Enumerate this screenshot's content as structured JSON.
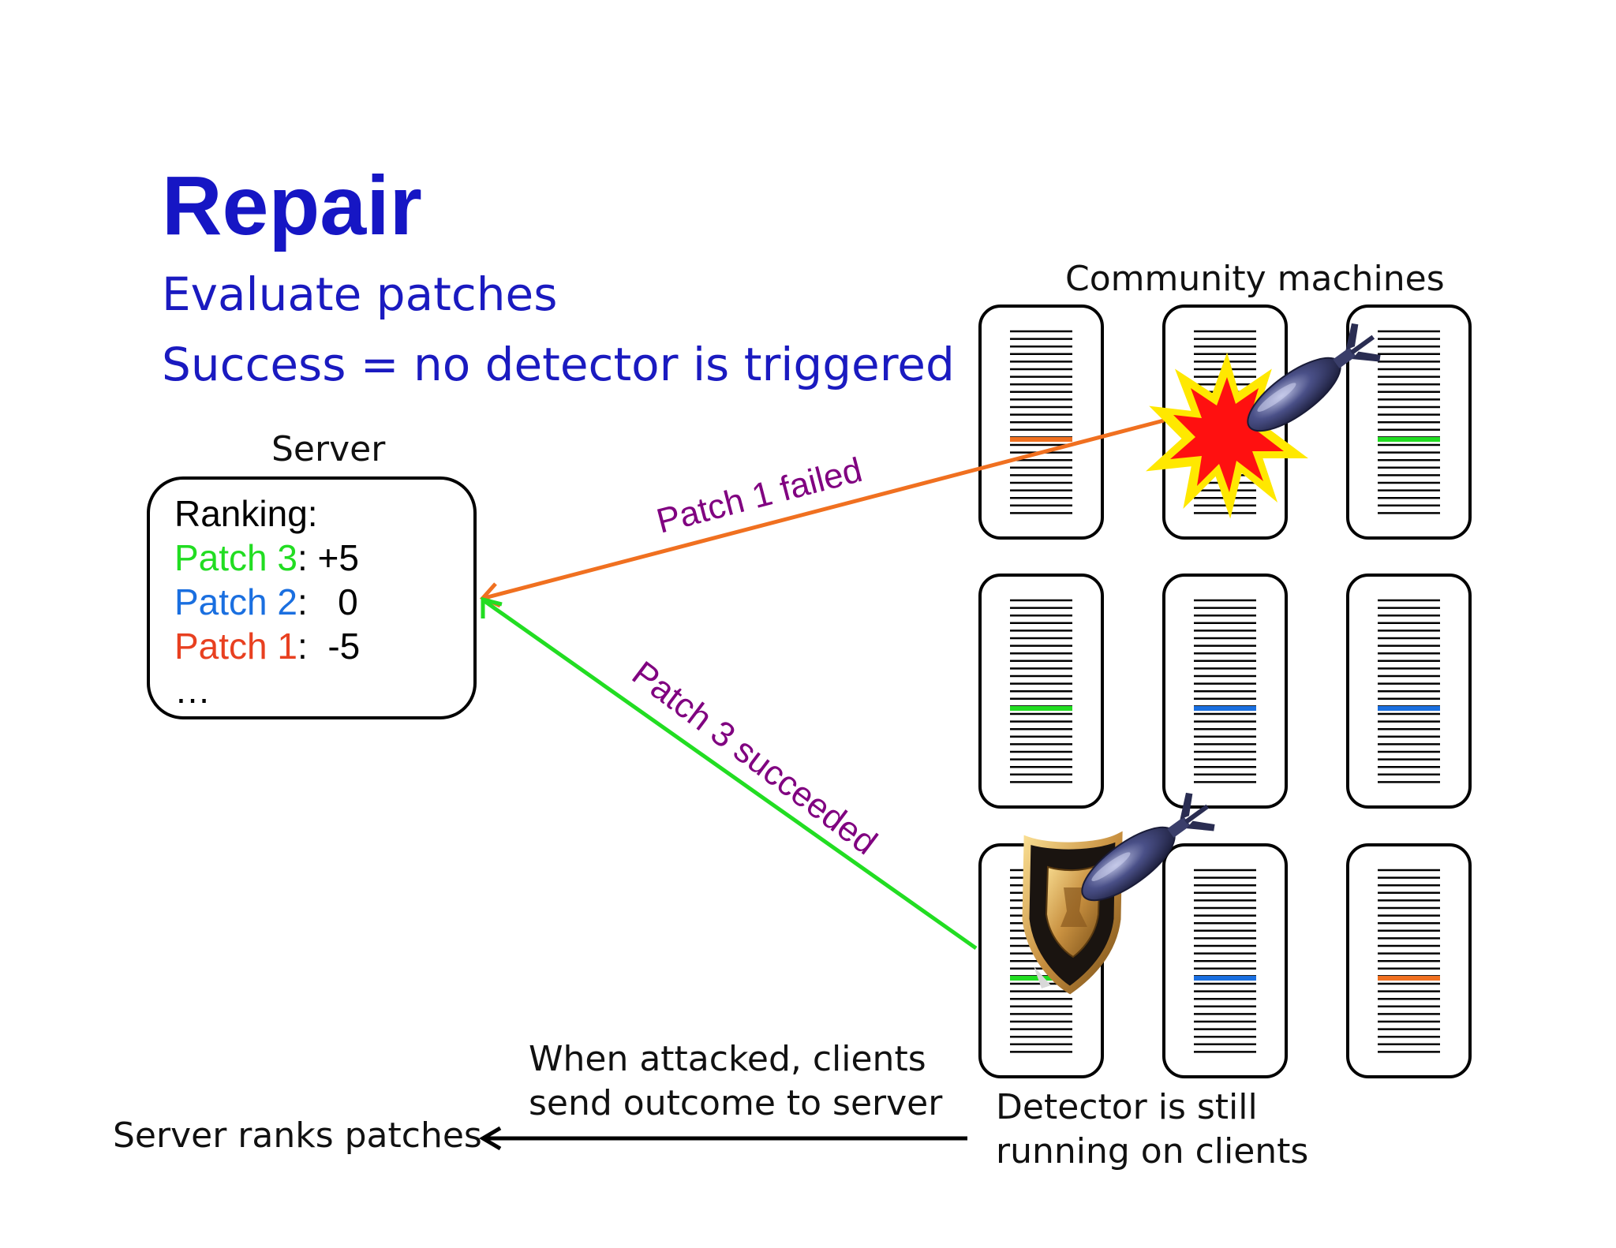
{
  "slide": {
    "title": "Repair",
    "subtitle_1": "Evaluate patches",
    "subtitle_2": "Success = no detector is triggered"
  },
  "server": {
    "label": "Server",
    "ranking_header": "Ranking:",
    "rows": [
      {
        "patch": "Patch 3",
        "score": ": +5",
        "color": "#22dd22"
      },
      {
        "patch": "Patch 2",
        "score": ":   0",
        "color": "#1a6fe0"
      },
      {
        "patch": "Patch 1",
        "score": ":  -5",
        "color": "#e84020"
      }
    ],
    "ellipsis": "…"
  },
  "community": {
    "label": "Community machines",
    "machines": [
      {
        "row": 1,
        "col": 1,
        "patch_color": "#f07020"
      },
      {
        "row": 1,
        "col": 2,
        "patch_color": "",
        "state": "exploded"
      },
      {
        "row": 1,
        "col": 3,
        "patch_color": "#22dd22"
      },
      {
        "row": 2,
        "col": 1,
        "patch_color": "#22dd22"
      },
      {
        "row": 2,
        "col": 2,
        "patch_color": "#1a6fe0"
      },
      {
        "row": 2,
        "col": 3,
        "patch_color": "#1a6fe0"
      },
      {
        "row": 3,
        "col": 1,
        "patch_color": "#22dd22",
        "state": "shielded"
      },
      {
        "row": 3,
        "col": 2,
        "patch_color": "#1a6fe0"
      },
      {
        "row": 3,
        "col": 3,
        "patch_color": "#f07020"
      }
    ]
  },
  "arrows": {
    "patch1_label": "Patch 1 failed",
    "patch1_color": "#f07020",
    "patch3_label": "Patch 3 succeeded",
    "patch3_color": "#22dd22",
    "label_color": "#800080"
  },
  "notes": {
    "attack_line1": "When attacked, clients",
    "attack_line2": "send outcome to server",
    "detector_line1": "Detector is still",
    "detector_line2": "running on clients",
    "server_ranks": "Server ranks patches"
  },
  "icons": {
    "bomb": "bomb-icon",
    "explosion": "explosion-icon",
    "shield": "shield-icon"
  }
}
